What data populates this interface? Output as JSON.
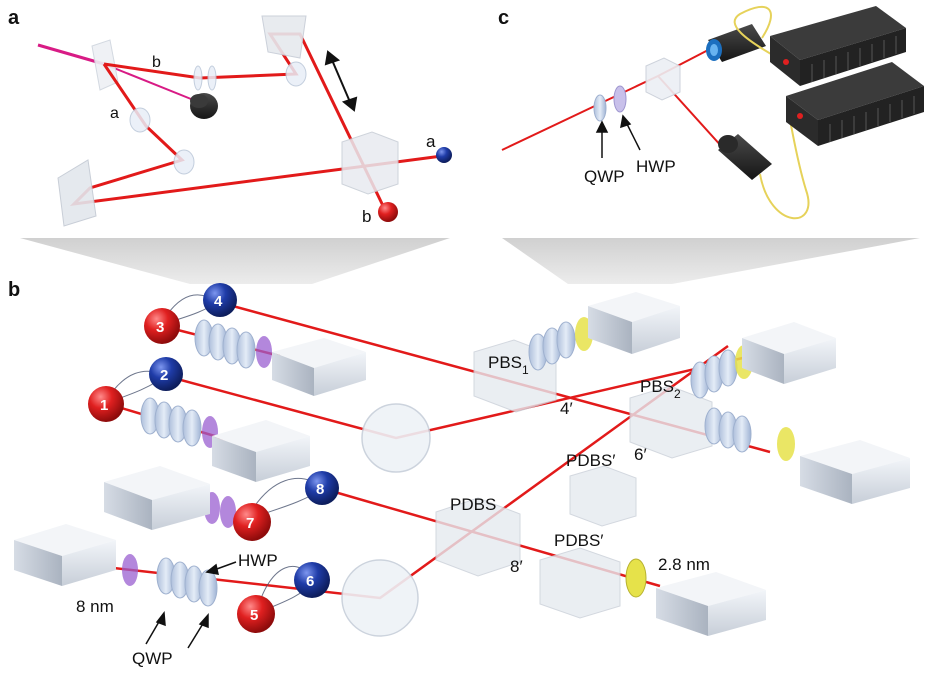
{
  "panels": {
    "a": {
      "letter": "a",
      "path_labels": {
        "upper": "b",
        "lower": "a"
      },
      "output_labels": {
        "blue": "a",
        "red": "b"
      }
    },
    "b": {
      "letter": "b",
      "photons": [
        "1",
        "2",
        "3",
        "4",
        "5",
        "6",
        "7",
        "8"
      ],
      "labels": {
        "pbs1_main": "PBS",
        "pbs1_sub": "1",
        "pbs2_main": "PBS",
        "pbs2_sub": "2",
        "mode4": "4′",
        "mode6": "6′",
        "mode8": "8′",
        "pdbs": "PDBS",
        "pdbs_prime_upper": "PDBS′",
        "pdbs_prime_lower": "PDBS′",
        "hwp": "HWP",
        "qwp": "QWP",
        "filter_8nm": "8 nm",
        "filter_2_8nm": "2.8 nm"
      }
    },
    "c": {
      "letter": "c",
      "labels": {
        "qwp": "QWP",
        "hwp": "HWP"
      }
    }
  },
  "colors": {
    "beam": "#e21a1a",
    "photon_red": "#e02020",
    "photon_blue": "#1f3ca8",
    "pump": "#d81b85",
    "filter_yellow": "#e6e24a",
    "filter_purple": "#9a5fd0",
    "waveplate": "#c9d8ee"
  }
}
